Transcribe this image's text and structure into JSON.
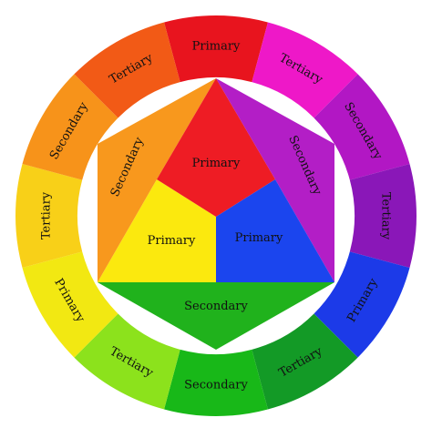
{
  "ring": [
    {
      "label": "Primary",
      "color": "#e8141e"
    },
    {
      "label": "Tertiary",
      "color": "#ee18c8"
    },
    {
      "label": "Secondary",
      "color": "#b217c4"
    },
    {
      "label": "Tertiary",
      "color": "#8a17b8"
    },
    {
      "label": "Primary",
      "color": "#1c3ae8"
    },
    {
      "label": "Tertiary",
      "color": "#139a26"
    },
    {
      "label": "Secondary",
      "color": "#18b818"
    },
    {
      "label": "Tertiary",
      "color": "#8ce21c"
    },
    {
      "label": "Primary",
      "color": "#f2e812"
    },
    {
      "label": "Tertiary",
      "color": "#f8d018"
    },
    {
      "label": "Secondary",
      "color": "#f7931a"
    },
    {
      "label": "Tertiary",
      "color": "#f25a16"
    }
  ],
  "inner": {
    "top_primary": {
      "label": "Primary",
      "color": "#ee1c24"
    },
    "left_primary": {
      "label": "Primary",
      "color": "#fbe90e"
    },
    "right_primary": {
      "label": "Primary",
      "color": "#1b45ee"
    },
    "left_secondary": {
      "label": "Secondary",
      "color": "#f8981d"
    },
    "right_secondary": {
      "label": "Secondary",
      "color": "#b31ec6"
    },
    "bottom_secondary": {
      "label": "Secondary",
      "color": "#20b21c"
    }
  }
}
